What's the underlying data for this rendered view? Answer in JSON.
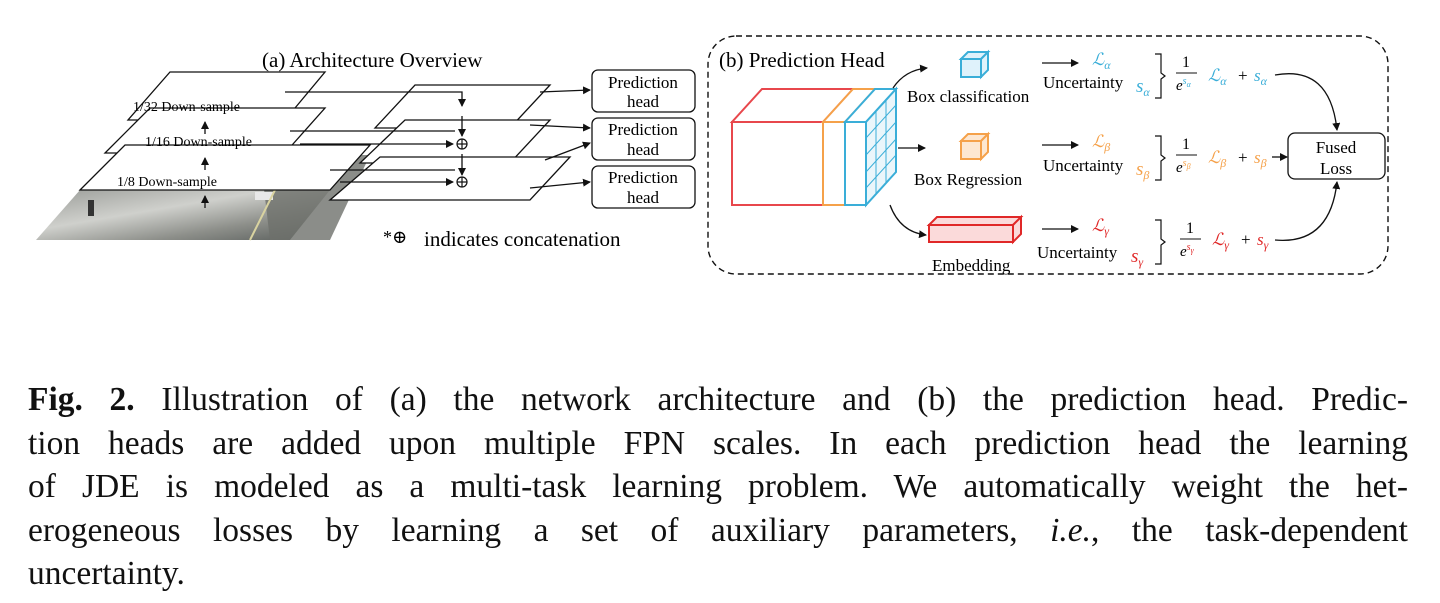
{
  "figure": {
    "panel_a": {
      "title": "(a) Architecture Overview",
      "layers": [
        "1/32 Down-sample",
        "1/16 Down-sample",
        "1/8 Down-sample"
      ],
      "prediction_heads": [
        "Prediction head",
        "Prediction head",
        "Prediction head"
      ],
      "concat_symbol": "*⊕",
      "concat_note": "indicates concatenation"
    },
    "panel_b": {
      "title": "(b) Prediction Head",
      "branches": [
        {
          "name": "Box classification",
          "loss": "ℒ",
          "sub": "α",
          "uncertainty": "Uncertainty",
          "s": "s",
          "color": "#3aaed8"
        },
        {
          "name": "Box Regression",
          "loss": "ℒ",
          "sub": "β",
          "uncertainty": "Uncertainty",
          "s": "s",
          "color": "#f5a14a"
        },
        {
          "name": "Embedding",
          "loss": "ℒ",
          "sub": "γ",
          "uncertainty": "Uncertainty",
          "s": "s",
          "color": "#e02828"
        }
      ],
      "fused": [
        "Fused",
        "Loss"
      ]
    },
    "colors": {
      "red_box": "#e8474c",
      "orange": "#f5a14a",
      "blue": "#3aaed8"
    }
  },
  "caption": {
    "label": "Fig. 2.",
    "lines": [
      "Illustration of (a) the network architecture and (b) the prediction head. Predic-",
      "tion heads are added upon multiple FPN scales. In each prediction head the learning",
      "of JDE is modeled as a multi-task learning problem. We automatically weight the het-",
      "erogeneous losses by learning a set of auxiliary parameters,",
      "i.e.",
      ", the task-dependent",
      "uncertainty."
    ]
  }
}
